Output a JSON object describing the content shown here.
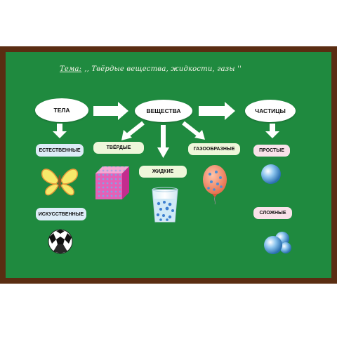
{
  "title": {
    "topic": "Тема:",
    "text": ",, Твёрдые вещества, жидкости, газы ''"
  },
  "nodes": {
    "tela": "ТЕЛА",
    "veshchestva": "ВЕЩЕСТВА",
    "chastitsy": "ЧАСТИЦЫ",
    "estestvennye": "ЕСТЕСТВЕННЫЕ",
    "iskusstvennye": "ИСКУССТВЕННЫЕ",
    "tverdye": "ТВЁРДЫЕ",
    "zhidkie": "ЖИДКИЕ",
    "gazoobraznye": "ГАЗООБРАЗНЫЕ",
    "prostye": "ПРОСТЫЕ",
    "slozhnye": "СЛОЖНЫЕ"
  },
  "icons": [
    "butterfly-icon",
    "soccer-ball-icon",
    "cube-icon",
    "water-glass-icon",
    "balloon-icon",
    "sphere-icon",
    "molecule-icon"
  ],
  "colors": {
    "board": "#1f8a3f",
    "frame": "#5a2d12",
    "pill_blue": "#dcecf7",
    "pill_green": "#eef7da",
    "pill_pink": "#f9e2ea"
  }
}
